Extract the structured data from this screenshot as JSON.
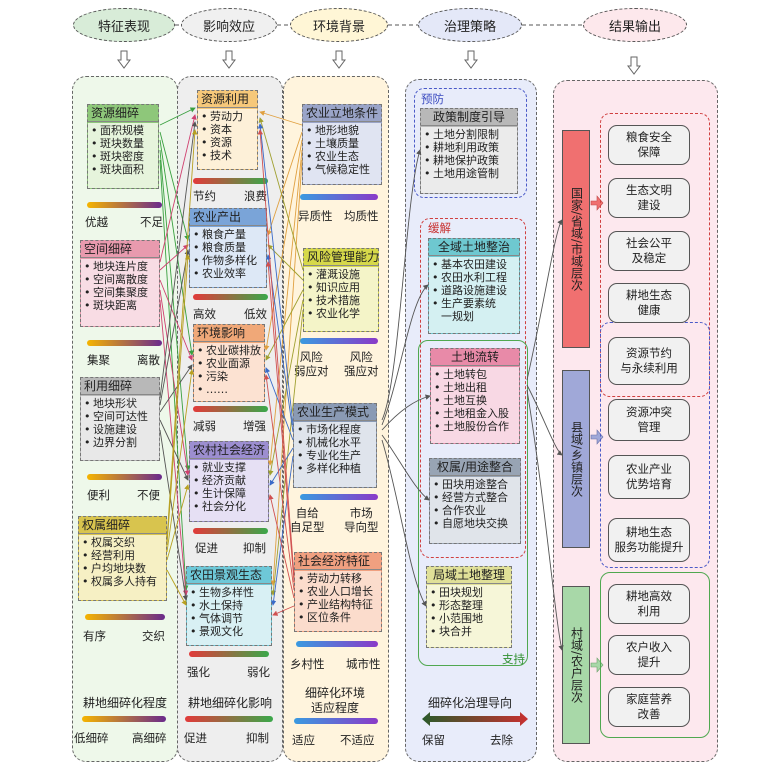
{
  "headers": [
    "特征表现",
    "影响效应",
    "环境背景",
    "治理策略",
    "结果输出"
  ],
  "colors": {
    "header_fills": [
      "#d8ecd8",
      "#f0f0f0",
      "#fff6d6",
      "#e4e8f8",
      "#fde8ec"
    ],
    "col_fills": [
      "#eef8ea",
      "#eeeeee",
      "#fff4dd",
      "#e8ecfa",
      "#fde8ee"
    ]
  },
  "col1": {
    "boxes": [
      {
        "title": "资源细碎",
        "items": [
          "面积规模",
          "斑块数量",
          "斑块密度",
          "斑块面积"
        ],
        "low": "优越",
        "high": "不足"
      },
      {
        "title": "空间细碎",
        "items": [
          "地块连片度",
          "空间离散度",
          "空间集聚度",
          "斑块距离"
        ],
        "low": "集聚",
        "high": "离散"
      },
      {
        "title": "利用细碎",
        "items": [
          "地块形状",
          "空间可达性",
          "设施建设",
          "边界分割"
        ],
        "low": "便利",
        "high": "不便"
      },
      {
        "title": "权属细碎",
        "items": [
          "权属交织",
          "经营利用",
          "户均地块数",
          "权属多人持有"
        ],
        "low": "有序",
        "high": "交织"
      }
    ],
    "footer": "耕地细碎化程度",
    "foot_low": "低细碎",
    "foot_high": "高细碎"
  },
  "col2": {
    "boxes": [
      {
        "title": "资源利用",
        "items": [
          "劳动力",
          "资本",
          "资源",
          "技术"
        ],
        "low": "节约",
        "high": "浪费"
      },
      {
        "title": "农业产出",
        "items": [
          "粮食产量",
          "粮食质量",
          "作物多样化",
          "农业效率"
        ],
        "low": "高效",
        "high": "低效"
      },
      {
        "title": "环境影响",
        "items": [
          "农业碳排放",
          "农业面源",
          "污染",
          "……"
        ],
        "low": "减弱",
        "high": "增强"
      },
      {
        "title": "农村社会经济",
        "items": [
          "就业支撑",
          "经济贡献",
          "生计保障",
          "社会分化"
        ],
        "low": "促进",
        "high": "抑制"
      },
      {
        "title": "农田景观生态",
        "items": [
          "生物多样性",
          "水土保持",
          "气体调节",
          "景观文化"
        ],
        "low": "强化",
        "high": "弱化"
      }
    ],
    "footer": "耕地细碎化影响",
    "foot_low": "促进",
    "foot_high": "抑制"
  },
  "col3": {
    "boxes": [
      {
        "title": "农业立地条件",
        "items": [
          "地形地貌",
          "土壤质量",
          "农业生态",
          "气候稳定性"
        ],
        "low": "异质性",
        "high": "均质性"
      },
      {
        "title": "风险管理能力",
        "items": [
          "灌溉设施",
          "知识应用",
          "技术措施",
          "农业化学"
        ],
        "low": "风险\n弱应对",
        "high": "风险\n强应对"
      },
      {
        "title": "农业生产模式",
        "items": [
          "市场化程度",
          "机械化水平",
          "专业化生产",
          "多样化种植"
        ],
        "low": "自给\n自足型",
        "high": "市场\n导向型"
      },
      {
        "title": "社会经济特征",
        "items": [
          "劳动力转移",
          "农业人口增长",
          "产业结构特征",
          "区位条件"
        ],
        "low": "乡村性",
        "high": "城市性"
      }
    ],
    "footer": "细碎化环境\n适应程度",
    "foot_low": "适应",
    "foot_high": "不适应"
  },
  "col4": {
    "groups": {
      "prevent": "预防",
      "mitigate": "缓解",
      "support": "支持"
    },
    "boxes": [
      {
        "title": "政策制度引导",
        "items": [
          "土地分割限制",
          "耕地利用政策",
          "耕地保护政策",
          "土地用途管制"
        ]
      },
      {
        "title": "全域土地整治",
        "items": [
          "基本农田建设",
          "农田水利工程",
          "道路设施建设",
          "生产要素统",
          "一规划"
        ]
      },
      {
        "title": "土地流转",
        "items": [
          "土地转包",
          "土地出租",
          "土地互换",
          "土地租金入股",
          "土地股份合作"
        ]
      },
      {
        "title": "权属/用途整合",
        "items": [
          "田块用途整合",
          "经营方式整合",
          "合作农业",
          "自愿地块交换"
        ]
      },
      {
        "title": "局域土地整理",
        "items": [
          "田块规划",
          "形态整理",
          "小范围地",
          "块合并"
        ]
      }
    ],
    "footer": "细碎化治理导向",
    "foot_low": "保留",
    "foot_high": "去除"
  },
  "col5": {
    "levels": [
      "国家/省域/市域层次",
      "县域/乡镇层次",
      "村域/农户层次"
    ],
    "outcomes": [
      "粮食安全\n保障",
      "生态文明\n建设",
      "社会公平\n及稳定",
      "耕地生态\n健康",
      "资源节约\n与永续利用",
      "资源冲突\n管理",
      "农业产业\n优势培育",
      "耕地生态\n服务功能提升",
      "耕地高效\n利用",
      "农户收入\n提升",
      "家庭营养\n改善"
    ]
  }
}
